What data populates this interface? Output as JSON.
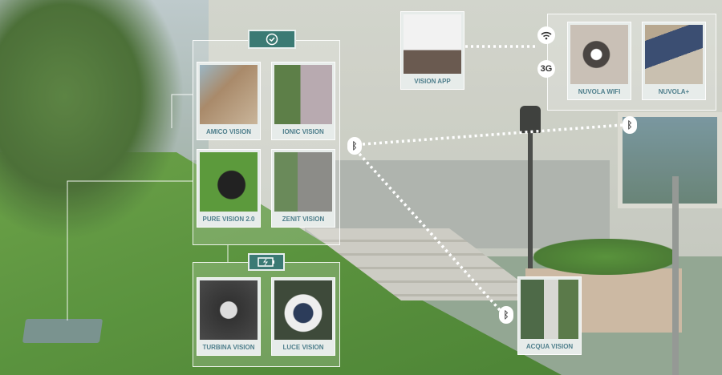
{
  "groups": {
    "timer_icon": "clock-icon",
    "battery_icon": "battery-icon"
  },
  "products": {
    "amico": "AMICO VISION",
    "ionic": "IONIC VISION",
    "pure": "PURE VISION 2.0",
    "zenit": "ZENIT VISION",
    "turbina": "TURBINA VISION",
    "luce": "LUCE VISION",
    "app": "VISION APP",
    "nuvola_wifi": "NUVOLA WIFI",
    "nuvola_plus": "NUVOLA+",
    "acqua": "ACQUA VISION"
  },
  "connectivity": {
    "wifi_icon": "wifi-icon",
    "cellular": "3G",
    "bluetooth_icon": "bluetooth-icon"
  },
  "colors": {
    "accent": "#3b7a74",
    "label": "#4f7f8c"
  }
}
